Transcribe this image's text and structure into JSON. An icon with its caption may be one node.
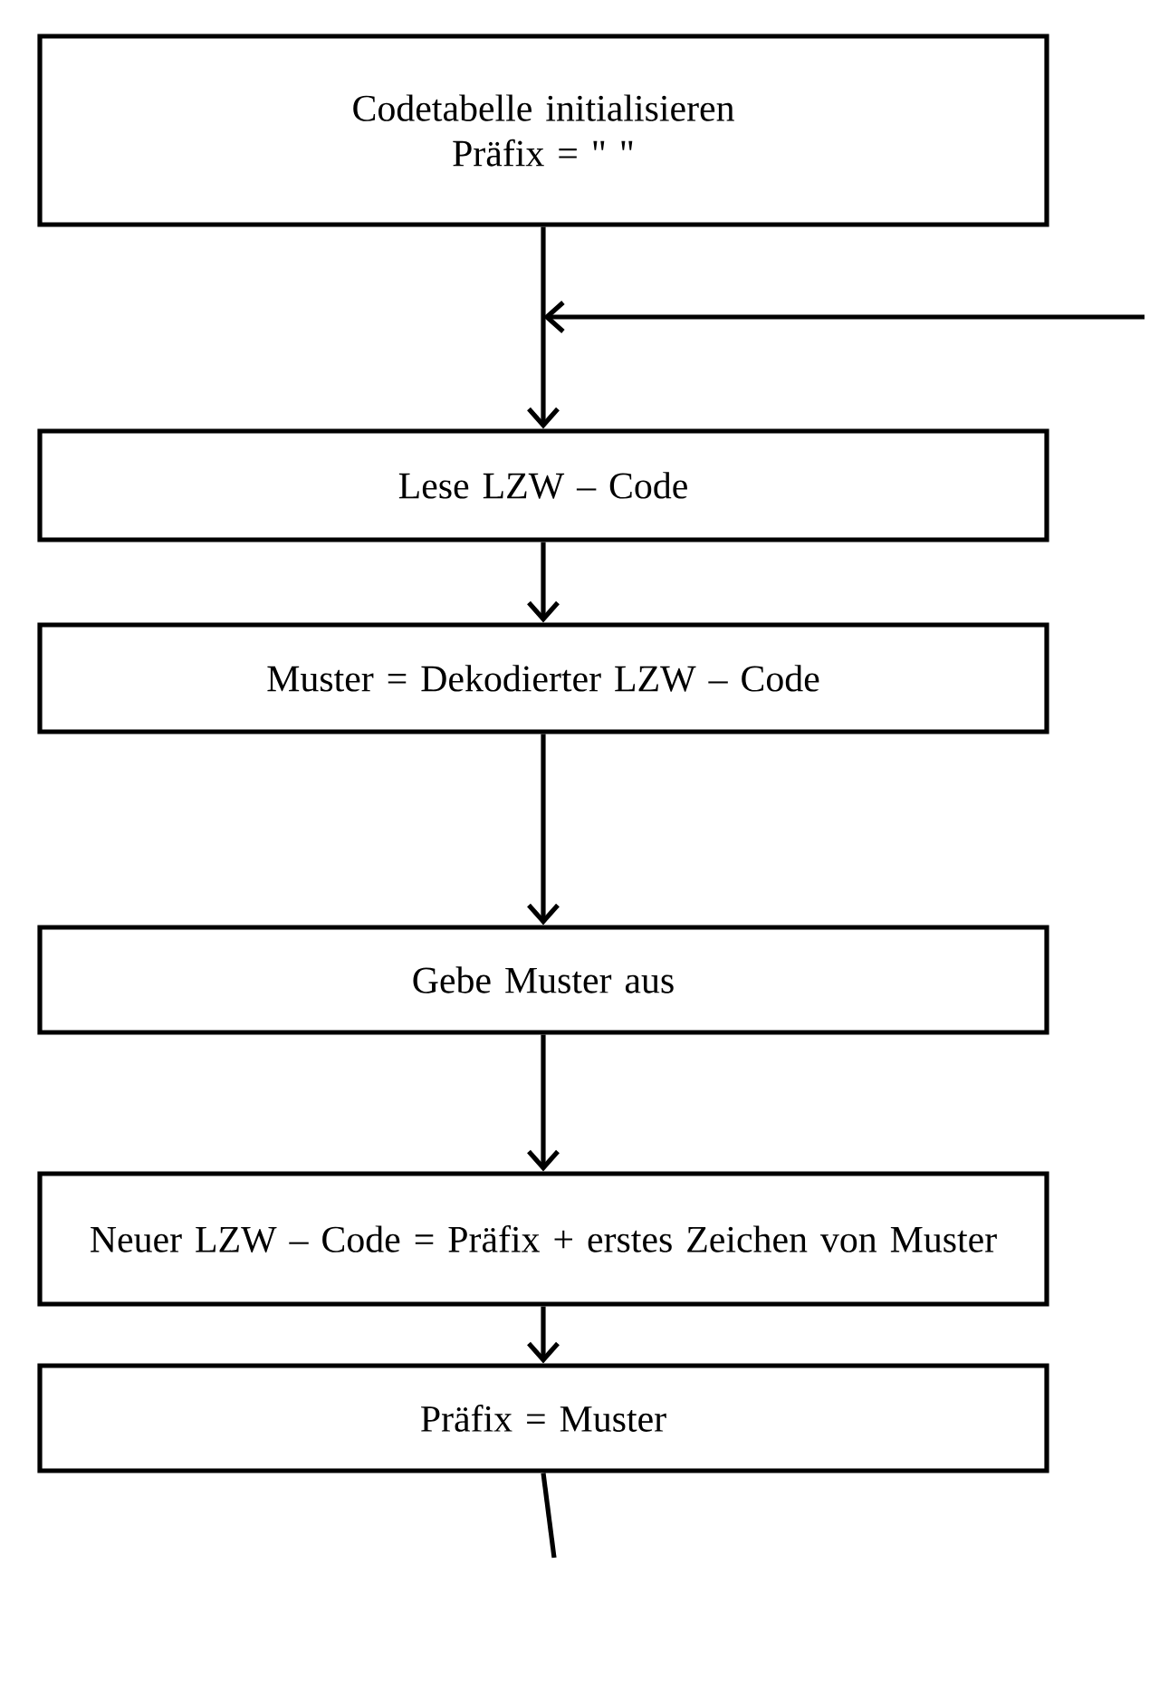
{
  "diagram": {
    "nodes": [
      {
        "text": [
          "Codetabelle initialisieren",
          "Präfix = \" \""
        ]
      },
      {
        "text": [
          "Lese LZW – Code"
        ]
      },
      {
        "text": [
          "Muster = Dekodierter LZW – Code"
        ]
      },
      {
        "text": [
          "Gebe Muster aus"
        ]
      },
      {
        "text": [
          "Neuer LZW – Code = Präfix + erstes Zeichen von Muster"
        ]
      },
      {
        "text": [
          "Präfix = Muster"
        ]
      }
    ],
    "edges": [
      {
        "from": 0,
        "to": 1,
        "arrow": "to"
      },
      {
        "from": null,
        "to": 1,
        "arrow": "to"
      },
      {
        "from": 1,
        "to": 2,
        "arrow": "to"
      },
      {
        "from": 2,
        "to": 3,
        "arrow": "to"
      },
      {
        "from": 3,
        "to": 4,
        "arrow": "to"
      },
      {
        "from": 4,
        "to": 5,
        "arrow": "to"
      },
      {
        "from": 5,
        "to": null,
        "arrow": "none"
      }
    ]
  }
}
